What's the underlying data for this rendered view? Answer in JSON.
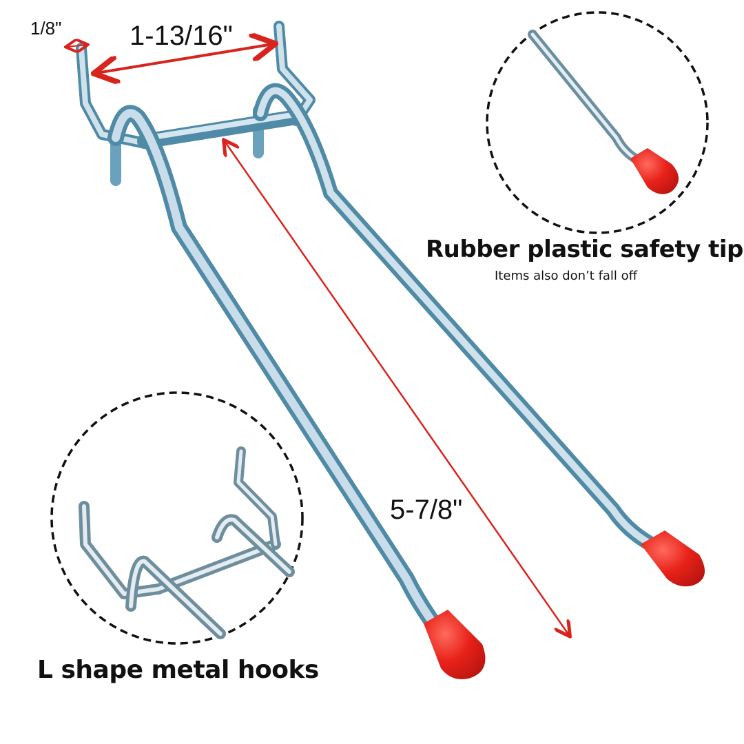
{
  "product": {
    "description": "Double prong pegboard hook with red safety tips"
  },
  "dimensions": {
    "wire_thickness": "1/8\"",
    "hook_spacing": "1-13/16\"",
    "prong_length": "5-7/8\""
  },
  "callouts": {
    "tip": {
      "title": "Rubber plastic safety tip",
      "subtitle": "Items also don’t fall off"
    },
    "hooks": {
      "title": "L shape metal hooks"
    }
  },
  "colors": {
    "dimension_arrow": "#d9231d",
    "safety_tip": "#e8221a",
    "metal": "#b9d3e0",
    "metal_dark": "#4f8aa6",
    "circle_border": "#111111",
    "text": "#111111",
    "background": "#ffffff"
  }
}
